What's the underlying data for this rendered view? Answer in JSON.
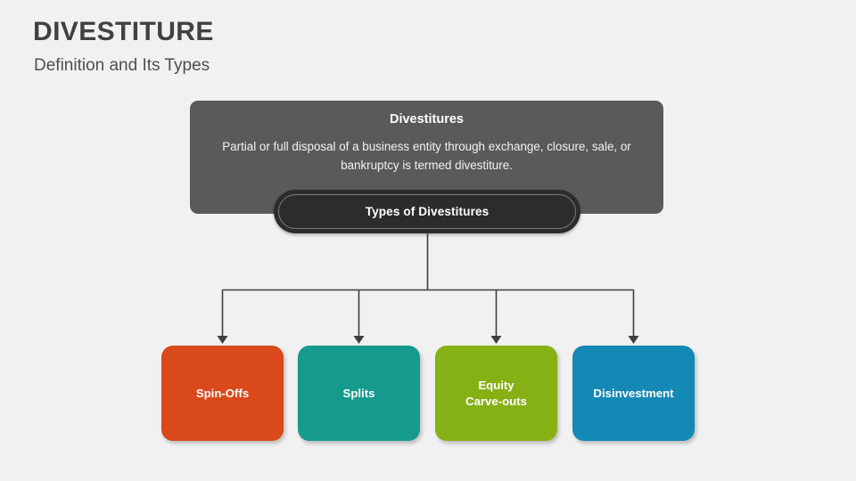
{
  "slide": {
    "background_color": "#f1f1f1",
    "title": "DIVESTITURE",
    "subtitle": "Definition and Its Types"
  },
  "definition_panel": {
    "heading": "Divestitures",
    "body": "Partial or full disposal of a business entity through exchange, closure, sale, or bankruptcy is termed divestiture.",
    "background_color": "#5a5a5a",
    "text_color": "#ffffff"
  },
  "types_pill": {
    "label": "Types of Divestitures",
    "background_color": "#2c2c2c",
    "border_color": "#7d7d7d",
    "text_color": "#ffffff"
  },
  "connectors": {
    "line_color": "#3f3f3f",
    "arrow_count": 4
  },
  "type_boxes": [
    {
      "label": "Spin-Offs",
      "color": "#d9491b",
      "text_color": "#ffffff"
    },
    {
      "label": "Splits",
      "color": "#169a8e",
      "text_color": "#ffffff"
    },
    {
      "label": "Equity\nCarve-outs",
      "label_line1": "Equity",
      "label_line2": "Carve-outs",
      "color": "#86b114",
      "text_color": "#ffffff"
    },
    {
      "label": "Disinvestment",
      "color": "#1489b5",
      "text_color": "#ffffff"
    }
  ]
}
